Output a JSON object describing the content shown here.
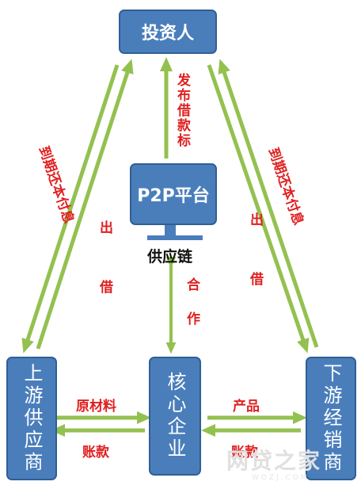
{
  "nodes": {
    "investor": "投资人",
    "platform": "P2P平台",
    "upstream": "上游供应商",
    "core": "核心企业",
    "downstream": "下游经销商"
  },
  "labels": {
    "publish_loan": "发布借款标",
    "left_repay": "到期还本付息",
    "left_lend": "出 借",
    "right_repay": "到期还本付息",
    "right_lend": "出 借",
    "supply_chain": "供应链",
    "cooperate": "合 作",
    "raw_material": "原材料",
    "left_payment": "账款",
    "product": "产品",
    "right_payment": "账款"
  },
  "watermark": {
    "main": "网贷之家",
    "sub": "WDZJ.COM"
  },
  "colors": {
    "box_fill": "#4a7ebb",
    "arrow": "#93c150",
    "label": "#e02020"
  }
}
